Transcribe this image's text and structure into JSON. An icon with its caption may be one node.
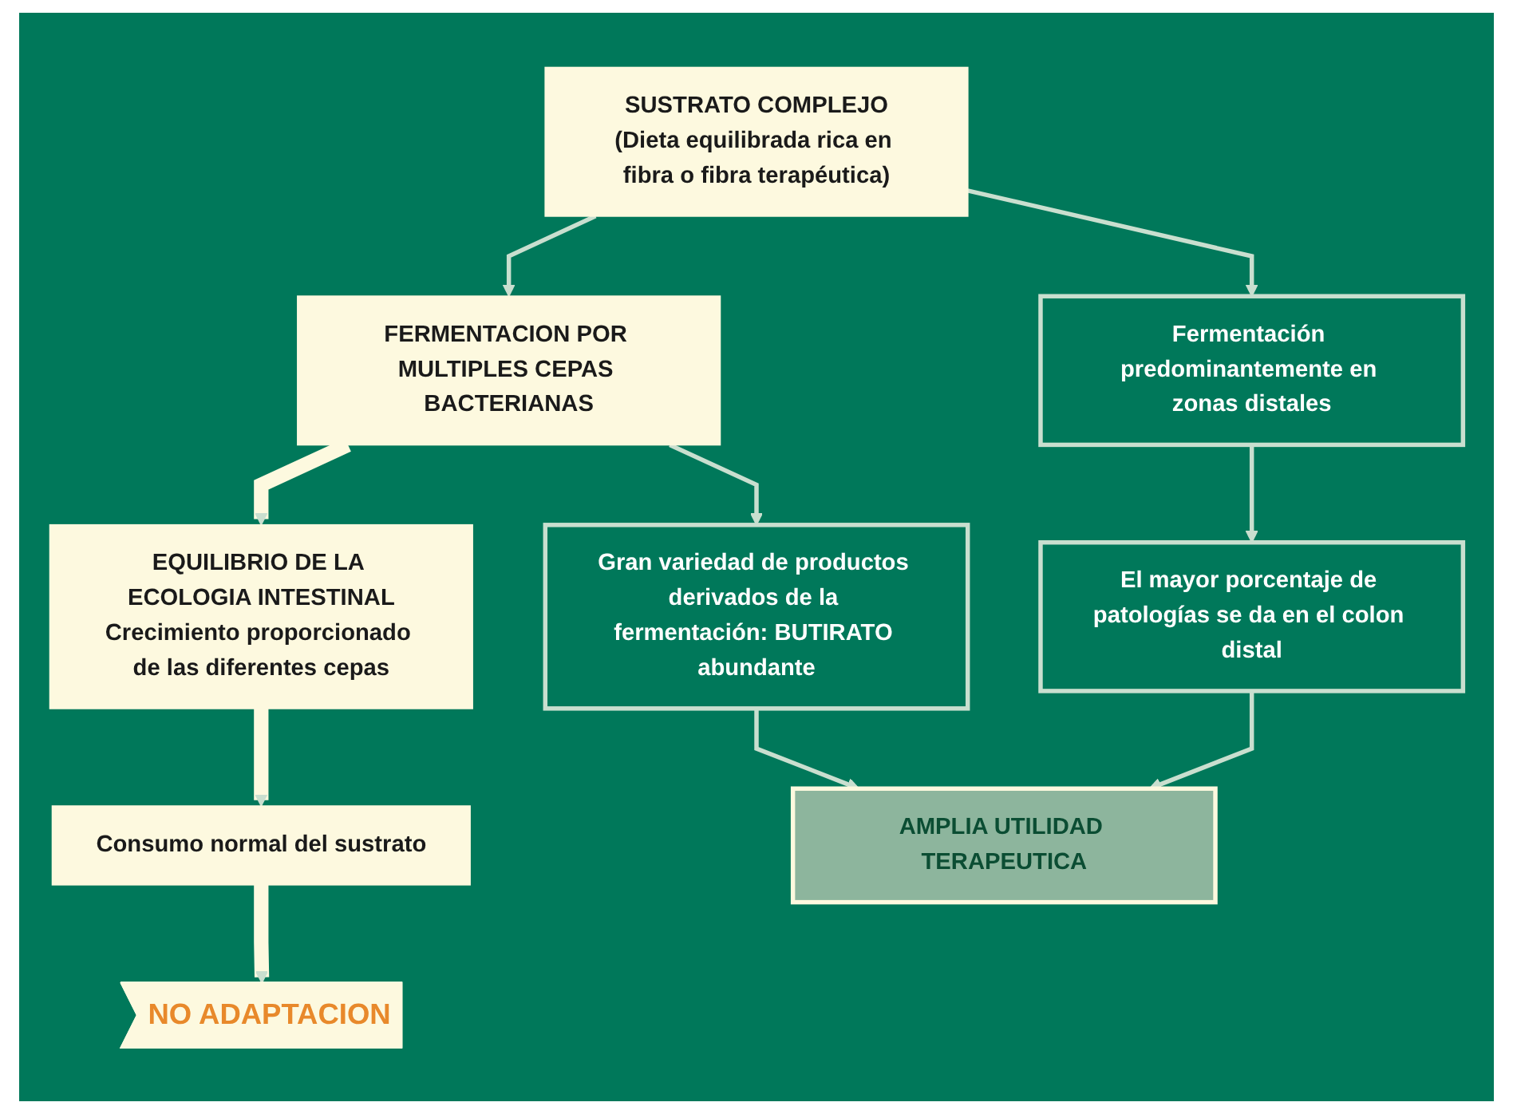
{
  "diagram": {
    "nodes": [
      {
        "text": [
          "SUSTRATO COMPLEJO",
          "(Dieta equilibrada rica en fibra o fibra terapéutica)"
        ]
      },
      {
        "text": [
          "FERMENTACION POR MULTIPLES CEPAS BACTERIANAS"
        ]
      },
      {
        "text": [
          "EQUILIBRIO DE LA ECOLOGIA INTESTINAL",
          "Crecimiento proporcionado de las diferentes cepas"
        ]
      },
      {
        "text": [
          "Gran variedad de productos derivados de la fermentación: BUTIRATO abundante"
        ]
      },
      {
        "text": [
          "Fermentación predominantemente en zonas distales"
        ]
      },
      {
        "text": [
          "Consumo normal del sustrato"
        ]
      },
      {
        "text": [
          "NO ADAPTACION"
        ]
      },
      {
        "text": [
          "El mayor porcentaje de patologías se da en el colon distal"
        ]
      },
      {
        "text": [
          "AMPLIA UTILIDAD TERAPEUTICA"
        ]
      }
    ],
    "edges": [
      {
        "from": 0,
        "to": 1,
        "arrow": "to"
      },
      {
        "from": 0,
        "to": 4,
        "arrow": "to"
      },
      {
        "from": 1,
        "to": 3,
        "arrow": "to"
      },
      {
        "from": 1,
        "to": 2,
        "arrow": "to",
        "style": "thick",
        "color": "#fdf9df"
      },
      {
        "from": 2,
        "to": 5,
        "arrow": "to",
        "style": "thick",
        "color": "#fdf9df"
      },
      {
        "from": 5,
        "to": 6,
        "arrow": "to",
        "style": "thick",
        "color": "#fdf9df"
      },
      {
        "from": 4,
        "to": 7,
        "arrow": "to"
      },
      {
        "from": 7,
        "to": 8,
        "arrow": "to"
      },
      {
        "from": 3,
        "to": 8,
        "arrow": "to"
      }
    ]
  }
}
